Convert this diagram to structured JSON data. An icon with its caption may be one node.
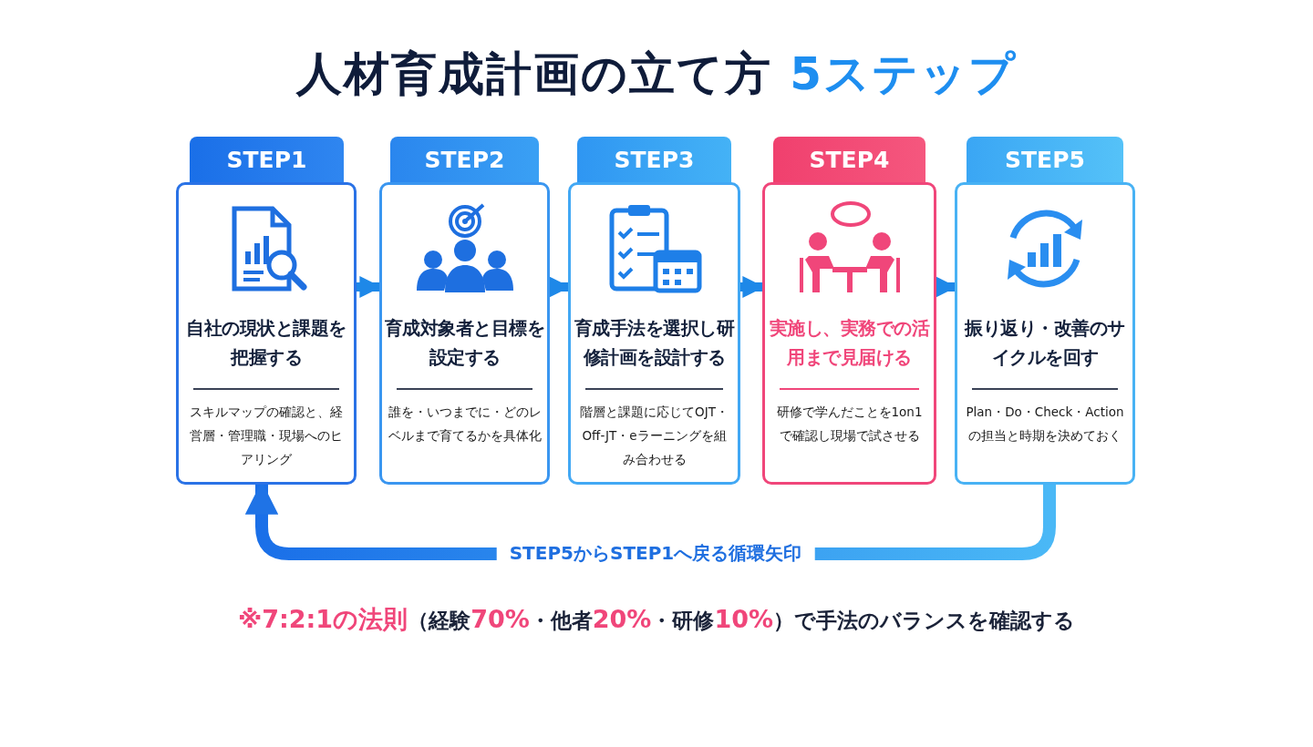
{
  "diagram": {
    "title": "人材育成計画の立て方 **5ステップ**",
    "nodes": [
      {
        "text": [
          "STEP1",
          "自社の現状と課題を把握する",
          "スキルマップの確認と、経営層・管理職・現場へのヒアリング"
        ]
      },
      {
        "text": [
          "STEP2",
          "育成対象者と目標を設定する",
          "誰を・いつまでに・どのレベルまで育てるかを具体化"
        ]
      },
      {
        "text": [
          "STEP3",
          "育成手法を選択し研修計画を設計する",
          "階層と課題に応じてOJT・Off-JT・eラーニングを組み合わせる"
        ]
      },
      {
        "text": [
          "STEP4",
          "実施し、実務での活用まで見届ける",
          "研修で学んだことを1on1で確認し現場で試させる"
        ]
      },
      {
        "text": [
          "STEP5",
          "振り返り・改善のサイクルを回す",
          "Plan・Do・Check・Actionの担当と時期を決めておく"
        ]
      }
    ],
    "edges": [
      {
        "from": 0,
        "to": 1,
        "arrow": "to"
      },
      {
        "from": 1,
        "to": 2,
        "arrow": "to"
      },
      {
        "from": 2,
        "to": 3,
        "arrow": "to"
      },
      {
        "from": 3,
        "to": 4,
        "arrow": "to"
      },
      {
        "from": 4,
        "to": 0,
        "arrow": "to",
        "label": "STEP5からSTEP1へ戻る循環矢印",
        "style": "thick"
      }
    ],
    "labels": [
      "**※7:2:1の法則**（経験**70%**・他者**20%**・研修**10%**）で手法のバランスを確認する"
    ]
  }
}
